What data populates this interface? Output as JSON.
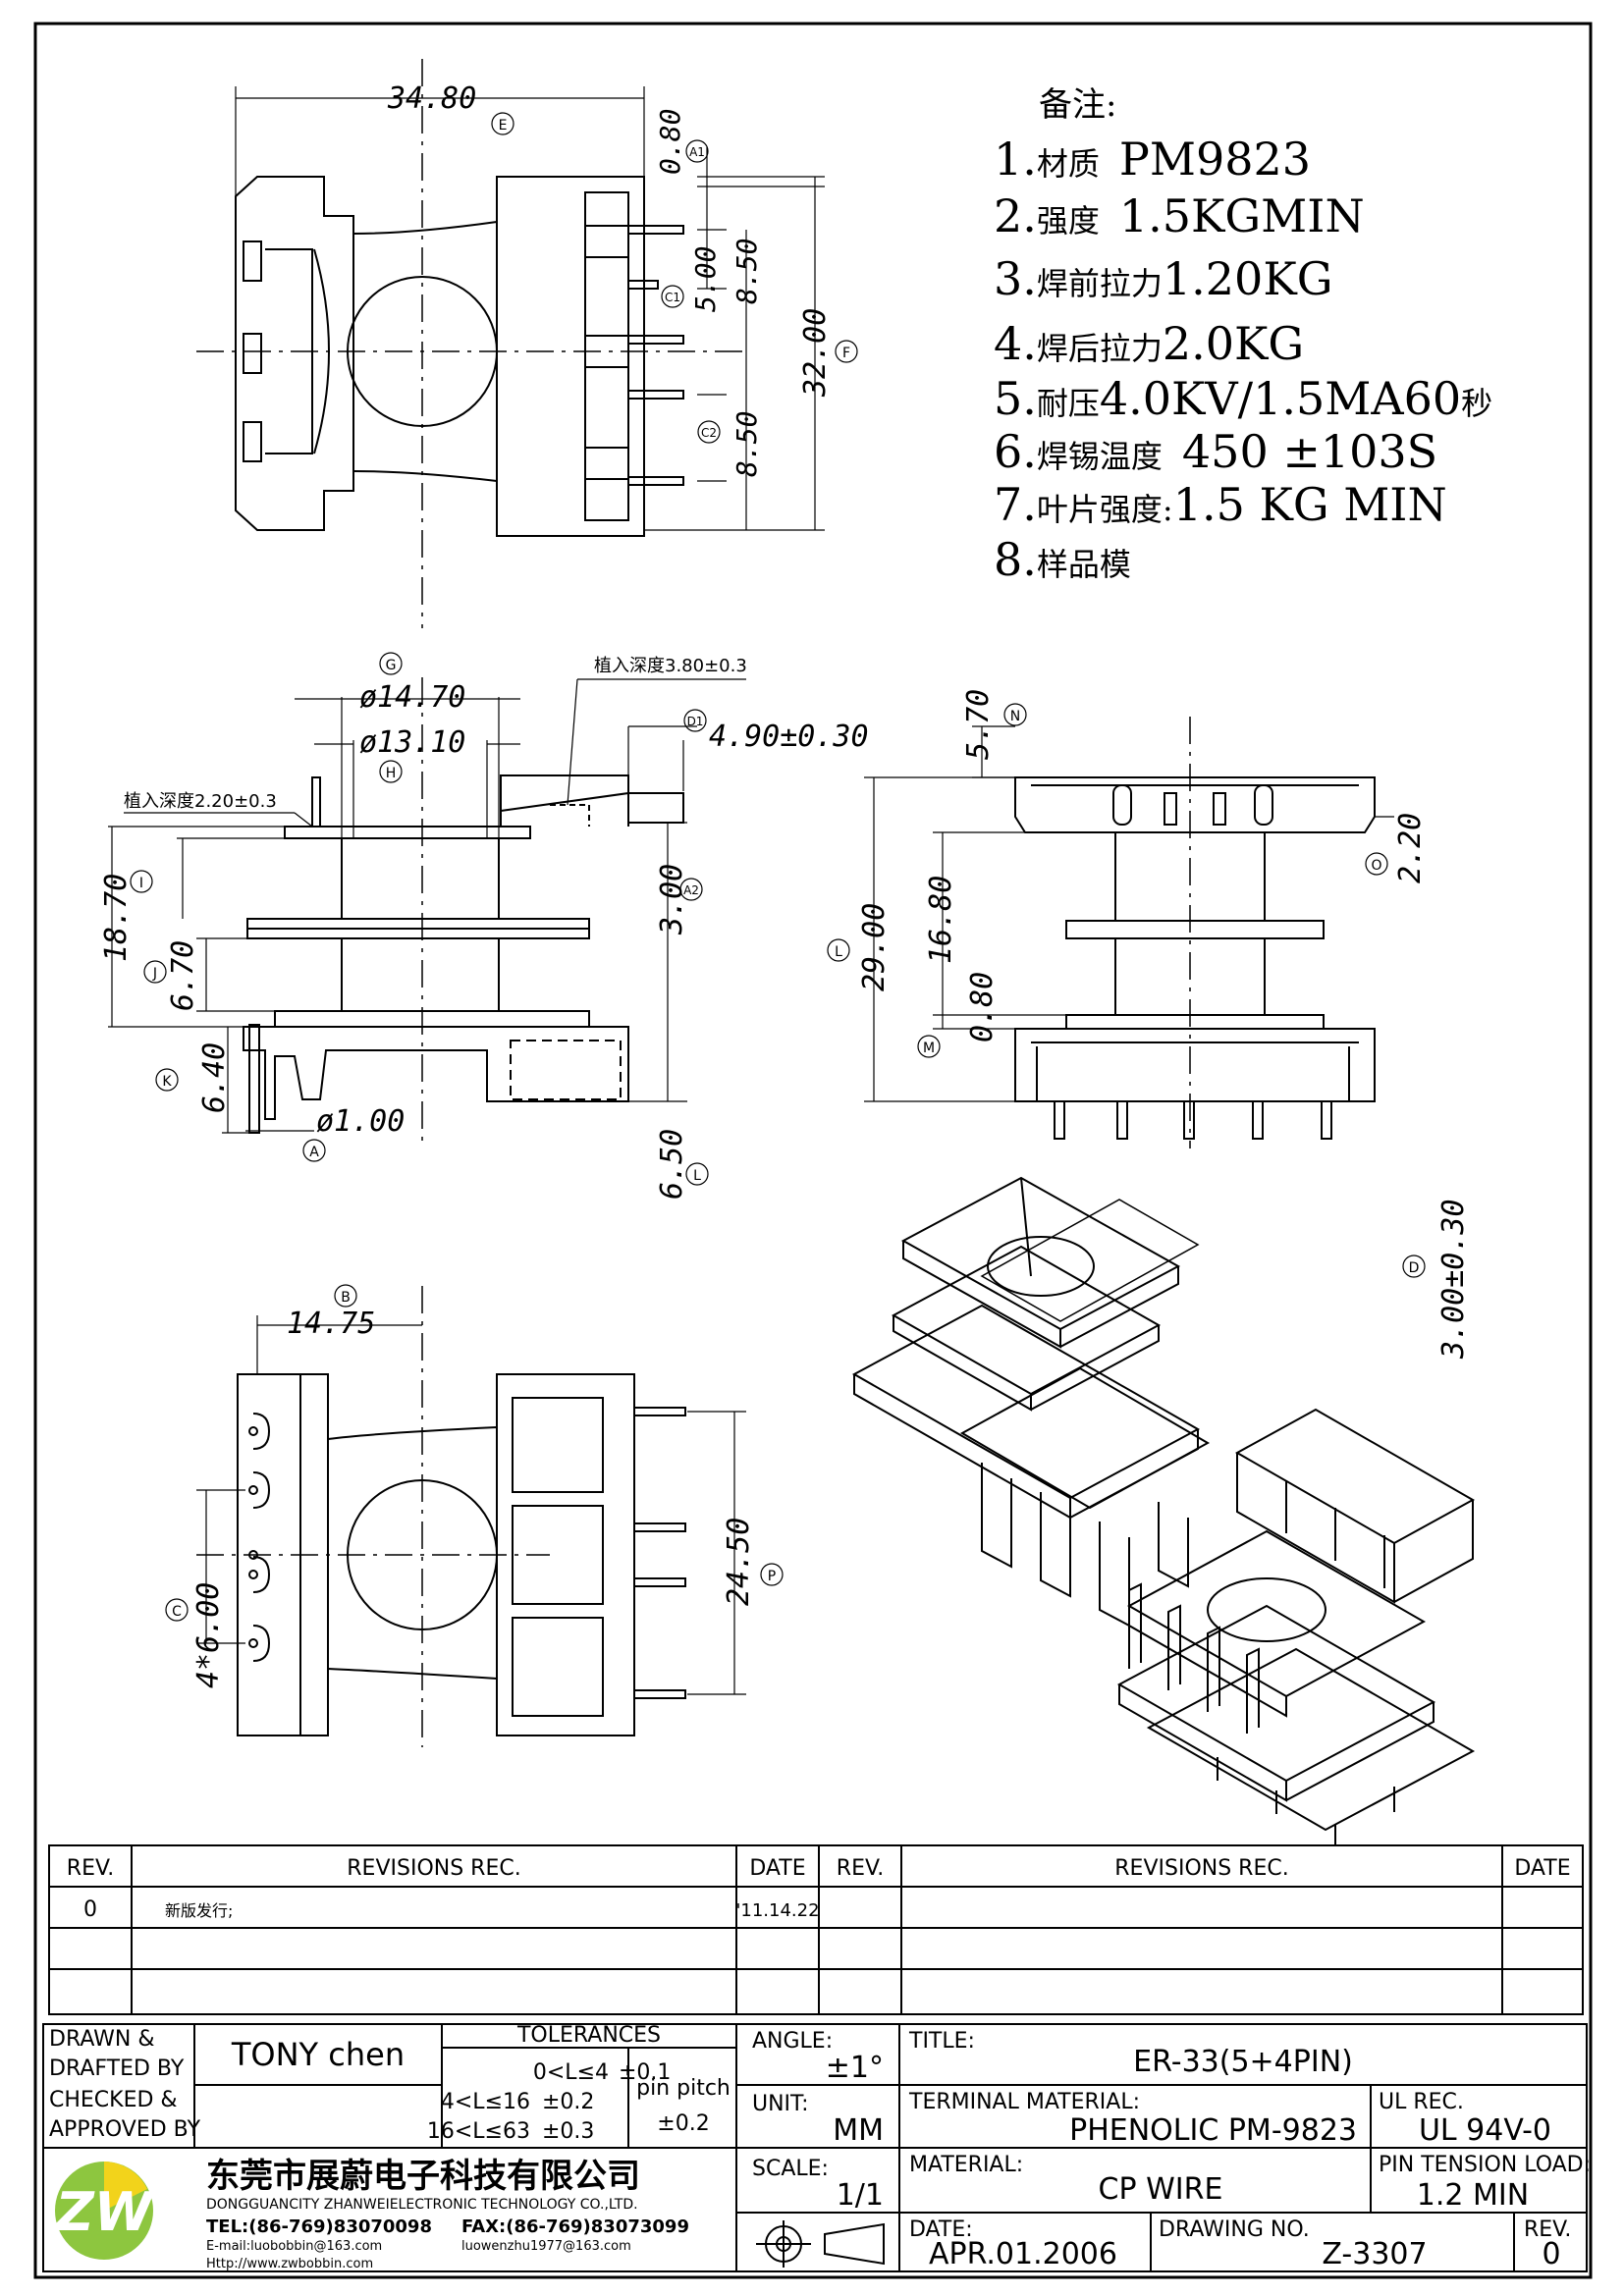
{
  "notes": {
    "heading": "备注:",
    "items": [
      {
        "num": "1.",
        "label": "材质",
        "value": "PM9823"
      },
      {
        "num": "2.",
        "label": "强度",
        "value": "1.5KGMIN"
      },
      {
        "num": "3.",
        "label": "焊前拉力",
        "value": "1.20KG"
      },
      {
        "num": "4.",
        "label": "焊后拉力",
        "value": "2.0KG"
      },
      {
        "num": "5.",
        "label": "耐压",
        "value": "4.0KV/1.5MA60",
        "suffix": "秒"
      },
      {
        "num": "6.",
        "label": "焊锡温度",
        "value": "450 ±103S"
      },
      {
        "num": "7.",
        "label": "叶片强度:",
        "value": "1.5 KG MIN"
      },
      {
        "num": "8.",
        "label": "样品模",
        "value": ""
      }
    ]
  },
  "dims": {
    "top_width": "34.80",
    "top_E": "E",
    "top_A1": "0.80",
    "top_A1_tag": "A1",
    "top_C1": "5.00",
    "top_C1_tag": "C1",
    "top_850a": "8.50",
    "top_850b": "8.50",
    "top_C2_tag": "C2",
    "top_height": "32.00",
    "top_F": "F",
    "side_G": "G",
    "side_d1470": "ø14.70",
    "side_d1310": "ø13.10",
    "side_H": "H",
    "side_depth1": "植入深度3.80±0.3",
    "side_depth2": "植入深度2.20±0.3",
    "side_D1": "D1",
    "side_490": "4.90±0.30",
    "side_1870": "18.70",
    "side_I": "I",
    "side_670": "6.70",
    "side_J": "J",
    "side_300": "3.00",
    "side_A2": "A2",
    "side_640": "6.40",
    "side_K": "K",
    "side_d100": "ø1.00",
    "side_A": "A",
    "side_650": "6.50",
    "side_L": "L",
    "front_570": "5.70",
    "front_N": "N",
    "front_220": "2.20",
    "front_O": "O",
    "front_2900": "29.00",
    "front_L": "L",
    "front_1680": "16.80",
    "front_080": "0.80",
    "front_M": "M",
    "front_D": "D",
    "front_300030": "3.00±0.30",
    "bot_1475": "14.75",
    "bot_B": "B",
    "bot_2450": "24.50",
    "bot_P": "P",
    "bot_4x600": "4*6.00",
    "bot_C": "C"
  },
  "revisions": {
    "headers": {
      "rev": "REV.",
      "rec": "REVISIONS    REC.",
      "date": "DATE"
    },
    "rows": [
      {
        "rev": "0",
        "rec": "新版发行;",
        "date": "'11.14.22"
      }
    ]
  },
  "title_block": {
    "drawn_label": "DRAWN & DRAFTED BY",
    "drawn_l1": "DRAWN &",
    "drawn_l2": "DRAFTED BY",
    "drawn_value": "TONY chen",
    "checked_l1": "CHECKED &",
    "checked_l2": "APPROVED BY",
    "tol_header": "TOLERANCES",
    "tol_rows": [
      {
        "range": "0<L≤4",
        "tol": "±0.1"
      },
      {
        "range": "4<L≤16",
        "tol": "±0.2"
      },
      {
        "range": "16<L≤63",
        "tol": "±0.3"
      }
    ],
    "pin_pitch_label": "pin pitch",
    "pin_pitch_tol": "±0.2",
    "angle_label": "ANGLE:",
    "angle_value": "±1°",
    "unit_label": "UNIT:",
    "unit_value": "MM",
    "scale_label": "SCALE:",
    "scale_value": "1/1",
    "title_label": "TITLE:",
    "title_value": "ER-33(5+4PIN)",
    "terminal_label": "TERMINAL MATERIAL:",
    "terminal_value": "PHENOLIC PM-9823",
    "ul_label": "UL REC.",
    "ul_value": "UL 94V-0",
    "material_label": "MATERIAL:",
    "material_value": "CP WIRE",
    "pin_tension_label": "PIN TENSION LOAD:",
    "pin_tension_value": "1.2 MIN",
    "date_label": "DATE:",
    "date_value": "APR.01.2006",
    "drawing_no_label": "DRAWING NO.",
    "drawing_no_value": "Z-3307",
    "rev_label": "REV.",
    "rev_value": "0"
  },
  "company": {
    "name_cn": "东莞市展蔚电子科技有限公司",
    "name_en": "DONGGUANCITY ZHANWEIELECTRONIC TECHNOLOGY CO.,LTD.",
    "tel": "TEL:(86-769)83070098",
    "fax": "FAX:(86-769)83073099",
    "email": "E-mail:luobobbin@163.com",
    "email2": "luowenzhu1977@163.com",
    "web": "Http://www.zwbobbin.com",
    "logo_letters": "ZW"
  },
  "colors": {
    "logo_green": "#8dc63f",
    "logo_yellow": "#f2d31b",
    "ink": "#000000"
  }
}
